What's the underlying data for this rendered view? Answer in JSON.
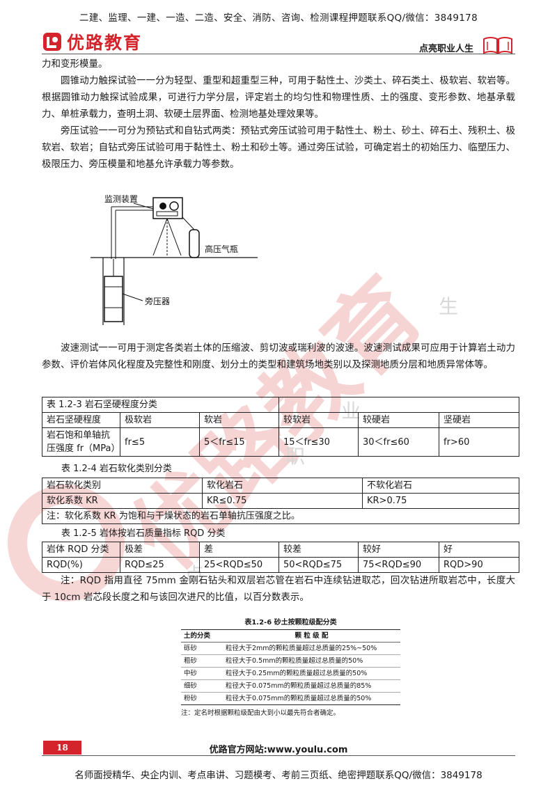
{
  "header": {
    "top_banner": "二建、监理、一建、一造、二造、安全、消防、咨询、检测课程押题联系QQ/微信：3849178",
    "logo_text": "优路教育",
    "slogan": "点亮职业人生"
  },
  "body": {
    "p0": "力和变形模量。",
    "p1": "圆锥动力触探试验一一分为轻型、重型和超重型三种，可用于黏性土、沙类土、碎石类土、极软岩、软岩等。根据圆锥动力触探试验成果，可进行力学分层，评定岩土的均匀性和物理性质、土的强度、变形参数、地基承载力、单桩承载力，查明土洞、软硬土层界面、检测地基处理效果等。",
    "p2": "旁压试验一一可分为预钻式和自钻式两类：预钻式旁压试验可用于黏性土、粉土、砂土、碎石土、残积土、极软岩、软岩；自钻式旁压试验可用于黏性土、粉土和砂土等。通过旁压试验，可确定岩土的初始压力、临塑压力、极限压力、旁压模量和地基允许承载力等参数。",
    "p3": "波速测试一一可用于测定各类岩土体的压缩波、剪切波或瑞利波的波速。波速测试成果可应用于计算岩土动力参数、评价岩体风化程度及完整性和刚度、划分土的类型和建筑场地类别以及探测地质分层和地质异常体等。",
    "p4": "注：RQD 指用直径 75mm 金刚石钻头和双层岩芯管在岩石中连续钻进取芯，回次钻进所取岩芯中，长度大于 10cm 岩芯段长度之和与该回次进尺的比值，以百分数表示。"
  },
  "figure": {
    "label_monitor": "监测装置",
    "label_gas": "高压气瓶",
    "label_probe": "旁压器"
  },
  "table1": {
    "title": "表 1.2-3 岩石坚硬程度分类",
    "row1": [
      "岩石坚硬程度",
      "极软岩",
      "软岩",
      "较软岩",
      "较硬岩",
      "坚硬岩"
    ],
    "row2_head": "岩石饱和单轴抗压强度 fr（MPa）",
    "row2": [
      "fr≤5",
      "5＜fr≤15",
      "15＜fr≤30",
      "30＜fr≤60",
      "fr>60"
    ]
  },
  "table2": {
    "title": "表 1.2-4 岩石软化类别分类",
    "row1": [
      "岩石软化类别",
      "软化岩石",
      "不软化岩石"
    ],
    "row2": [
      "软化系数 KR",
      "KR≤0.75",
      "KR>0.75"
    ],
    "note": "注：软化系数 KR 为饱和与干燥状态的岩石单轴抗压强度之比。"
  },
  "table3": {
    "title": "表 1.2-5 岩体按岩石质量指标 RQD 分类",
    "row1": [
      "岩体 RQD 分类",
      "极差",
      "差",
      "较差",
      "较好",
      "好"
    ],
    "row2": [
      "RQD(%)",
      "RQD≤25",
      "25<RQD≤50",
      "50<RQD≤75",
      "75<RQD≤90",
      "RQD>90"
    ]
  },
  "table4": {
    "title": "表1.2-6 砂土按颗粒级配分类",
    "head": [
      "土的分类",
      "颗 粒 级 配"
    ],
    "rows": [
      [
        "砾砂",
        "粒径大于2mm的颗粒质量超过总质量的25%~50%"
      ],
      [
        "粗砂",
        "粒径大于0.5mm的颗粒质量超过总质量的50%"
      ],
      [
        "中砂",
        "粒径大于0.25mm的颗粒质量超过总质量的50%"
      ],
      [
        "细砂",
        "粒径大于0.075mm的颗粒质量超过总质量的85%"
      ],
      [
        "粉砂",
        "粒径大于0.075mm的颗粒质量超过总质量的50%"
      ]
    ],
    "note": "注：定名时根据颗粒级配由大到小以最先符合者确定。"
  },
  "footer": {
    "page_number": "18",
    "website": "优路官方网站:www.youlu.com",
    "bottom_banner": "名师面授精华、央企内训、考点串讲、习题模考、考前三页纸、绝密押题联系QQ/微信：3849178"
  },
  "watermark": {
    "brand": "优路教育",
    "side_chars": [
      "点",
      "亮",
      "职",
      "业",
      "生"
    ]
  },
  "colors": {
    "brand_red": "#d5232b",
    "watermark_red": "#f4c6c6"
  }
}
